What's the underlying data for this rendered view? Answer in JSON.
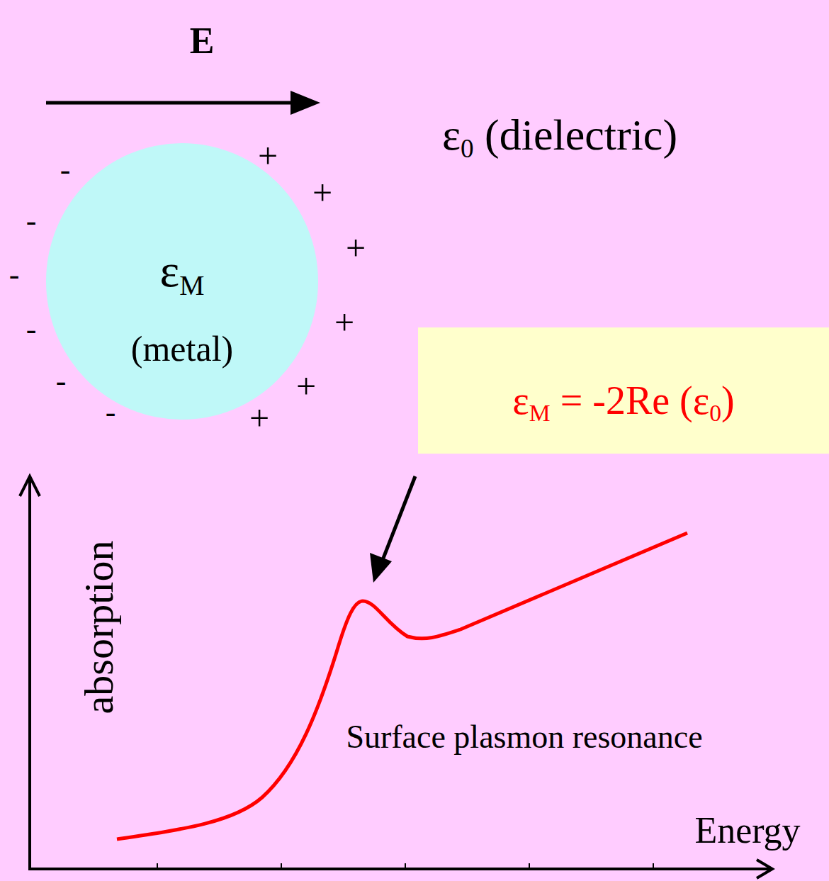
{
  "diagram": {
    "nodes": [
      {
        "text": [
          "εM",
          "(metal)"
        ]
      },
      {
        "text": [
          "εM = -2Re (ε0)"
        ]
      }
    ],
    "labels": [
      "E",
      "ε0 (dielectric)",
      "-",
      "-",
      "-",
      "-",
      "-",
      "-",
      "+",
      "+",
      "+",
      "+",
      "+",
      "+",
      "absorption",
      "Surface plasmon resonance",
      "Energy"
    ]
  }
}
